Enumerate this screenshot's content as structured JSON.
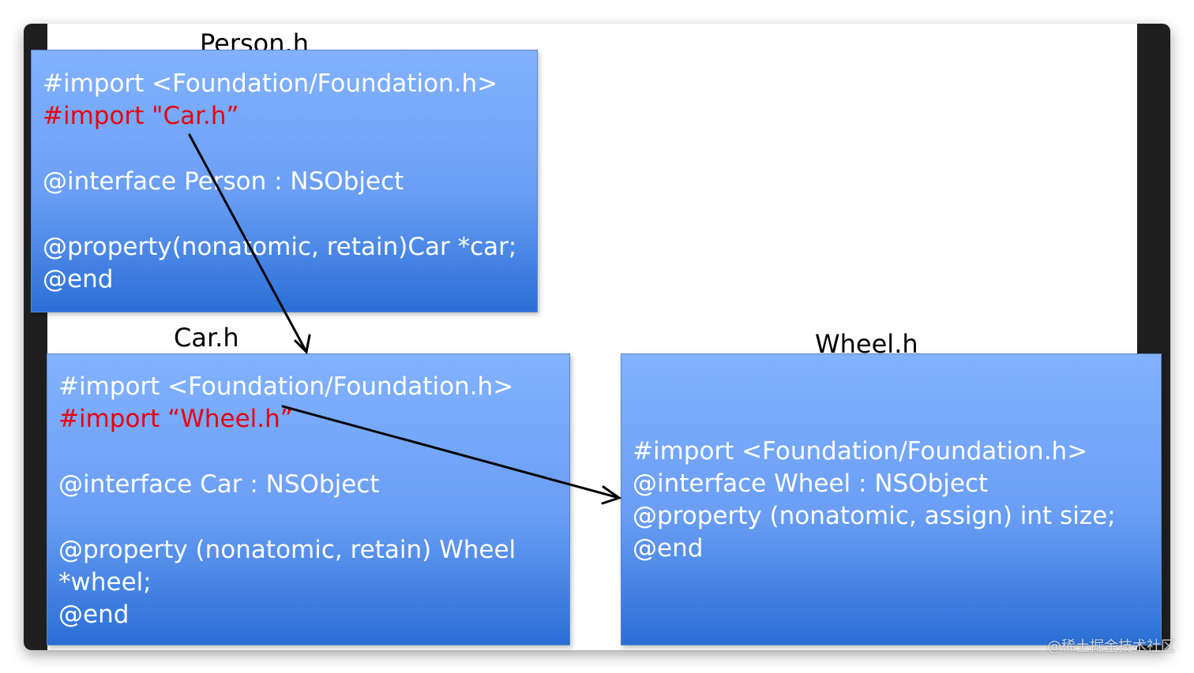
{
  "labels": {
    "person": "Person.h",
    "car": "Car.h",
    "wheel": "Wheel.h"
  },
  "person_box": {
    "line1": "#import <Foundation/Foundation.h>",
    "line2": "#import \"Car.h”",
    "line3": "@interface Person : NSObject",
    "line4": "@property(nonatomic, retain)Car *car;",
    "line5": "@end"
  },
  "car_box": {
    "line1": "#import <Foundation/Foundation.h>",
    "line2": "#import “Wheel.h”",
    "line3": "@interface Car : NSObject",
    "line4": "@property (nonatomic, retain) Wheel",
    "line5": "*wheel;",
    "line6": "@end"
  },
  "wheel_box": {
    "line1": "#import <Foundation/Foundation.h>",
    "line2": "@interface Wheel : NSObject",
    "line3": "@property (nonatomic, assign) int size;",
    "line4": "@end"
  },
  "watermark": "@稀土掘金技术社区",
  "colors": {
    "box_top": "#82b2ff",
    "box_bottom": "#2a6fd6",
    "import_highlight": "#e8000b",
    "arrow": "#000000"
  }
}
